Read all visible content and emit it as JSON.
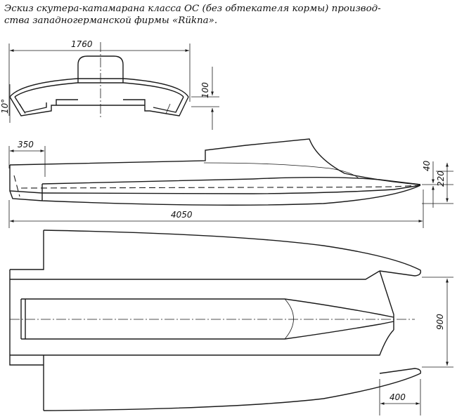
{
  "caption": {
    "line1": "Эскиз скутера-катамарана класса ОС (без обтекателя кормы) производ-",
    "line2": "ства западногерманской фирмы «Rükna»."
  },
  "dimensions": {
    "width_top": "1760",
    "height_cabin": "100",
    "angle": "10°",
    "stern_offset": "350",
    "depth_small": "40",
    "depth_total": "220",
    "length": "4050",
    "beam": "900",
    "bow_length": "400"
  }
}
